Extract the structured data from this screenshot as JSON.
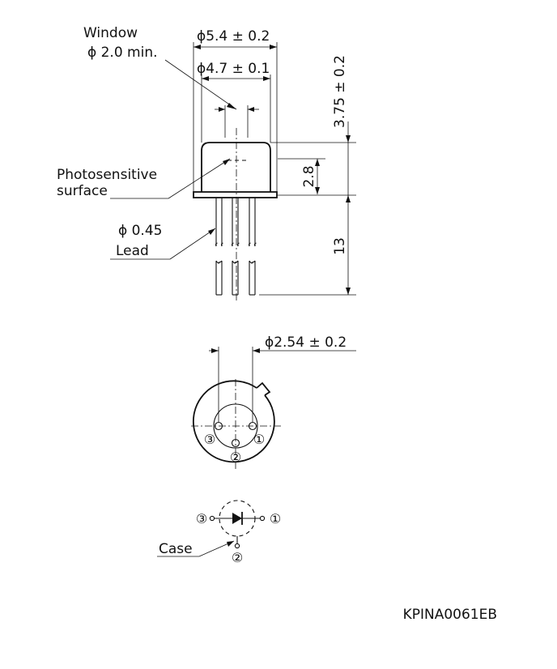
{
  "drawing": {
    "doc_code": "KPINA0061EB",
    "colors": {
      "line": "#111111",
      "background": "#ffffff"
    }
  },
  "side_view": {
    "window_label": "Window",
    "window_dim": "ϕ 2.0 min.",
    "outer_dia": "ϕ5.4 ± 0.2",
    "cap_dia": "ϕ4.7 ± 0.1",
    "height_total": "3.75 ± 0.2",
    "surface_height": "2.8",
    "lead_length": "13",
    "photosensitive_line1": "Photosensitive",
    "photosensitive_line2": "surface",
    "lead_dia": "ϕ 0.45",
    "lead_label": "Lead"
  },
  "bottom_view": {
    "pin_circle_dia": "ϕ2.54 ± 0.2",
    "pins": [
      "③",
      "②",
      "①"
    ]
  },
  "schematic": {
    "pin_left": "③",
    "pin_right": "①",
    "pin_case": "②",
    "case_label": "Case"
  }
}
